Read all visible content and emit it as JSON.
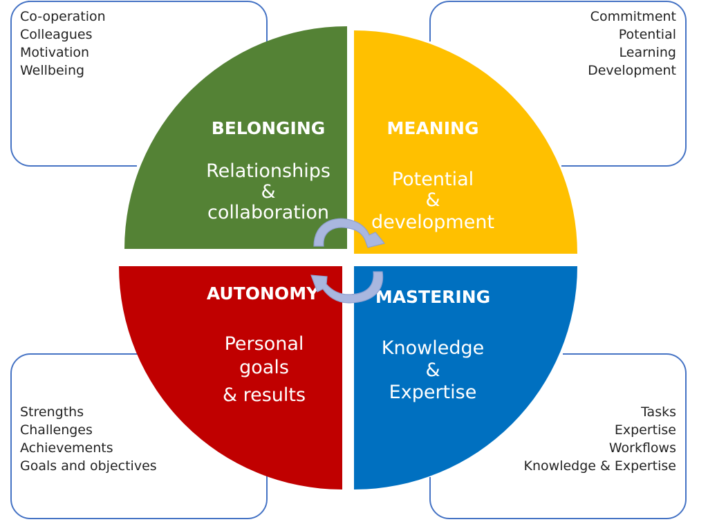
{
  "colors": {
    "belonging": "#548235",
    "meaning": "#ffc000",
    "autonomy": "#c00000",
    "mastering": "#0070c0",
    "box_border": "#4472c4",
    "arrow": "#a9b7df"
  },
  "corners": {
    "top_left": {
      "items": [
        "Co-operation",
        "Colleagues",
        "Motivation",
        "Wellbeing"
      ]
    },
    "top_right": {
      "items": [
        "Commitment",
        "Potential",
        "Learning",
        "Development"
      ]
    },
    "bottom_left": {
      "items": [
        "Strengths",
        "Challenges",
        "Achievements",
        "Goals and objectives"
      ]
    },
    "bottom_right": {
      "items": [
        "Tasks",
        "Expertise",
        "Workflows",
        "Knowledge & Expertise"
      ]
    }
  },
  "quadrants": {
    "belonging": {
      "title": "BELONGING",
      "lines": [
        "Relationships",
        "&",
        "collaboration"
      ]
    },
    "meaning": {
      "title": "MEANING",
      "lines": [
        "Potential",
        "&",
        "development"
      ]
    },
    "autonomy": {
      "title": "AUTONOMY",
      "lines": [
        "Personal",
        "goals",
        "& results"
      ]
    },
    "mastering": {
      "title": "MASTERING",
      "lines": [
        "Knowledge",
        "&",
        "Expertise"
      ]
    }
  },
  "icons": {
    "cycle": "circular-arrows-icon"
  }
}
